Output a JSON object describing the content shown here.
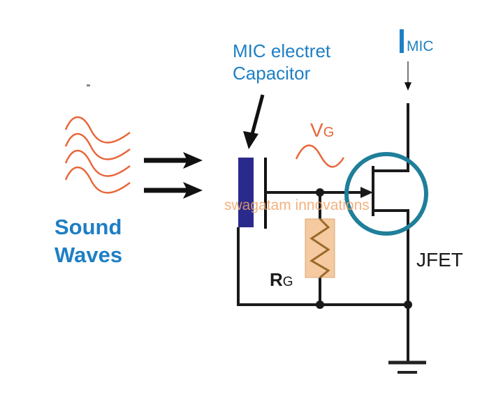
{
  "diagram": {
    "title": "Electret microphone JFET circuit",
    "labels": {
      "mic_line1": "MIC electret",
      "mic_line2": "Capacitor",
      "imic_main": "I",
      "imic_sub": "MIC",
      "vg_main": "V",
      "vg_sub": "G",
      "rg_main": "R",
      "rg_sub": "G",
      "jfet": "JFET",
      "sound_line1": "Sound",
      "sound_line2": "Waves",
      "watermark": "swagatam innovations"
    },
    "colors": {
      "label_blue": "#1e7fc4",
      "wave_orange": "#e8663a",
      "capacitor_plate": "#2a2a8c",
      "jfet_circle": "#1f7f9a",
      "resistor_fill": "#f5caa0",
      "resistor_zigzag": "#9a6a2a",
      "wire": "#1a1a1a",
      "watermark": "#f0a56a"
    },
    "components": [
      "sound-waves",
      "electret-capacitor",
      "gate-resistor",
      "jfet",
      "ground"
    ]
  }
}
